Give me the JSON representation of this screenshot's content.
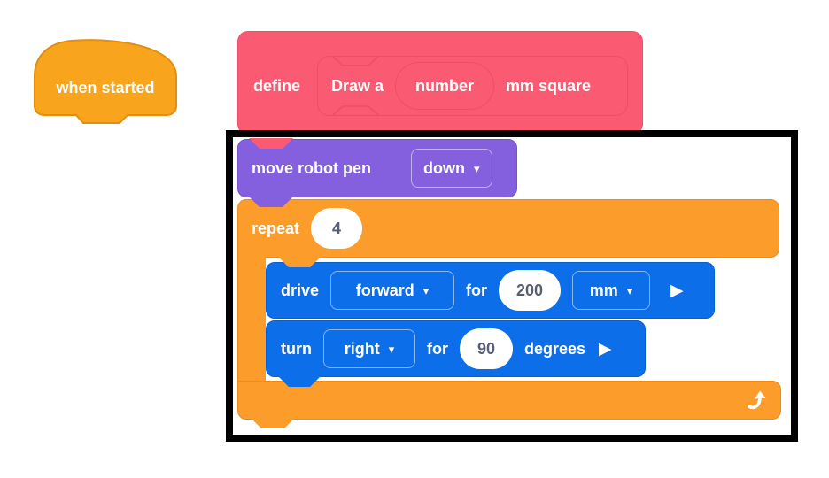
{
  "colors": {
    "background": "#ffffff",
    "hat_yellow": "#F9A41D",
    "define_red": "#FB5A73",
    "pen_purple": "#8560DE",
    "control_orange": "#FB9C2B",
    "drive_blue": "#0C6EE8",
    "oval_text": "#575E75",
    "frame_black": "#000000"
  },
  "icons": {
    "caret": "▾",
    "expand": "▶"
  },
  "hat_block": {
    "label": "when started"
  },
  "define_block": {
    "keyword": "define",
    "prototype": {
      "prefix": "Draw a",
      "argument": "number",
      "suffix": "mm square"
    }
  },
  "pen_block": {
    "label": "move robot pen",
    "dropdown_value": "down"
  },
  "repeat_block": {
    "label": "repeat",
    "count": "4"
  },
  "drive_block": {
    "verb": "drive",
    "direction": "forward",
    "for_label": "for",
    "distance": "200",
    "unit": "mm"
  },
  "turn_block": {
    "verb": "turn",
    "direction": "right",
    "for_label": "for",
    "angle": "90",
    "unit_label": "degrees"
  }
}
